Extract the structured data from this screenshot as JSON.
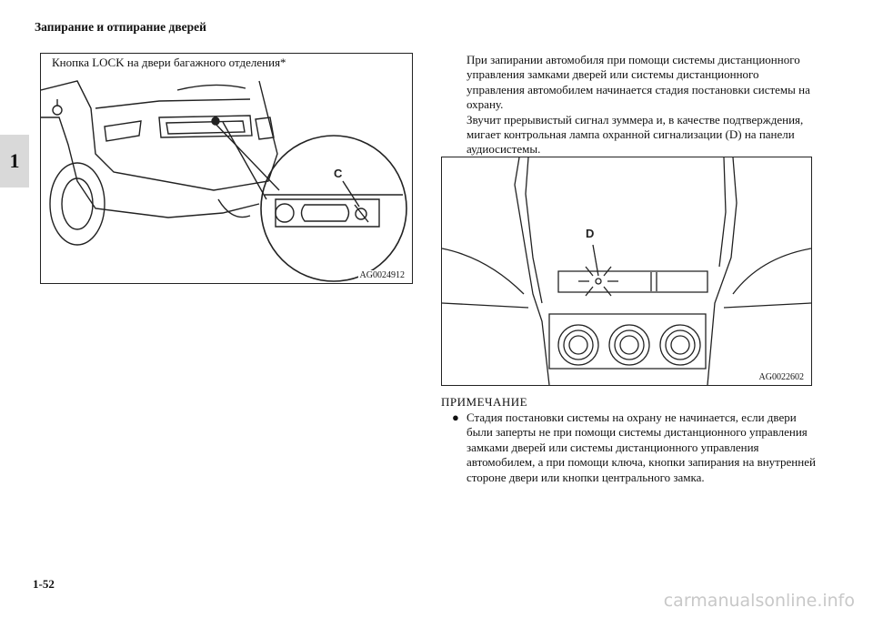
{
  "header": {
    "title": "Запирание и отпирание дверей"
  },
  "chapter_tab": "1",
  "figure1": {
    "caption": "Кнопка LOCK на двери багажного отделения*",
    "callout": "C",
    "code": "AG0024912"
  },
  "intro_paragraphs": [
    "При запирании автомобиля при помощи системы дистанционного управления замками дверей или системы дистанционного управления автомобилем начинается стадия постановки системы на охрану.",
    "Звучит прерывистый сигнал зуммера и, в качестве подтверждения, мигает контрольная лампа охранной сигнализации (D) на панели аудиосистемы."
  ],
  "figure2": {
    "callout": "D",
    "code": "AG0022602"
  },
  "note": {
    "heading": "ПРИМЕЧАНИЕ",
    "bullet": "●",
    "text": "Стадия  постановки системы на охрану не начинается, если двери были заперты не при помощи системы дистанционного управления замками дверей или системы дистанционного управления автомобилем, а при помощи ключа, кнопки запирания на внутренней стороне двери или кнопки центрального замка."
  },
  "page_number": "1-52",
  "watermark": "carmanualsonline.info"
}
